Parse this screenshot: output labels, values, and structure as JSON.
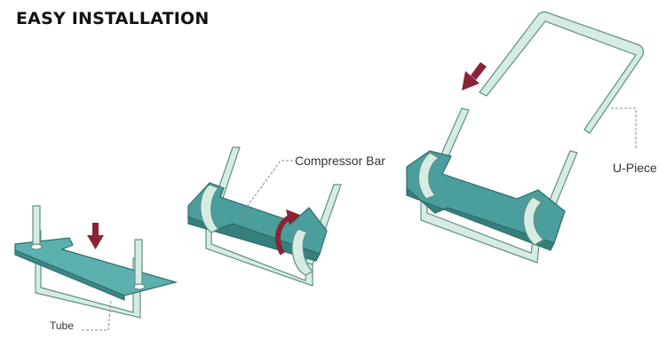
{
  "title": "EASY INSTALLATION",
  "labels": {
    "tube": "Tube",
    "compressor_bar": "Compressor Bar",
    "u_piece": "U-Piece"
  },
  "colors": {
    "plate": "#4a9e9c",
    "plate_top": "#5cb0ad",
    "plate_edge": "#2f6e6c",
    "tube": "#d6ece3",
    "tube_outline": "#5d8f86",
    "arrow": "#8b2336",
    "leader": "#888888"
  },
  "icons": {
    "step1_arrow": "arrow-down-icon",
    "step2_arrow": "rotate-arrow-icon",
    "step3_arrow": "arrow-down-left-icon"
  }
}
